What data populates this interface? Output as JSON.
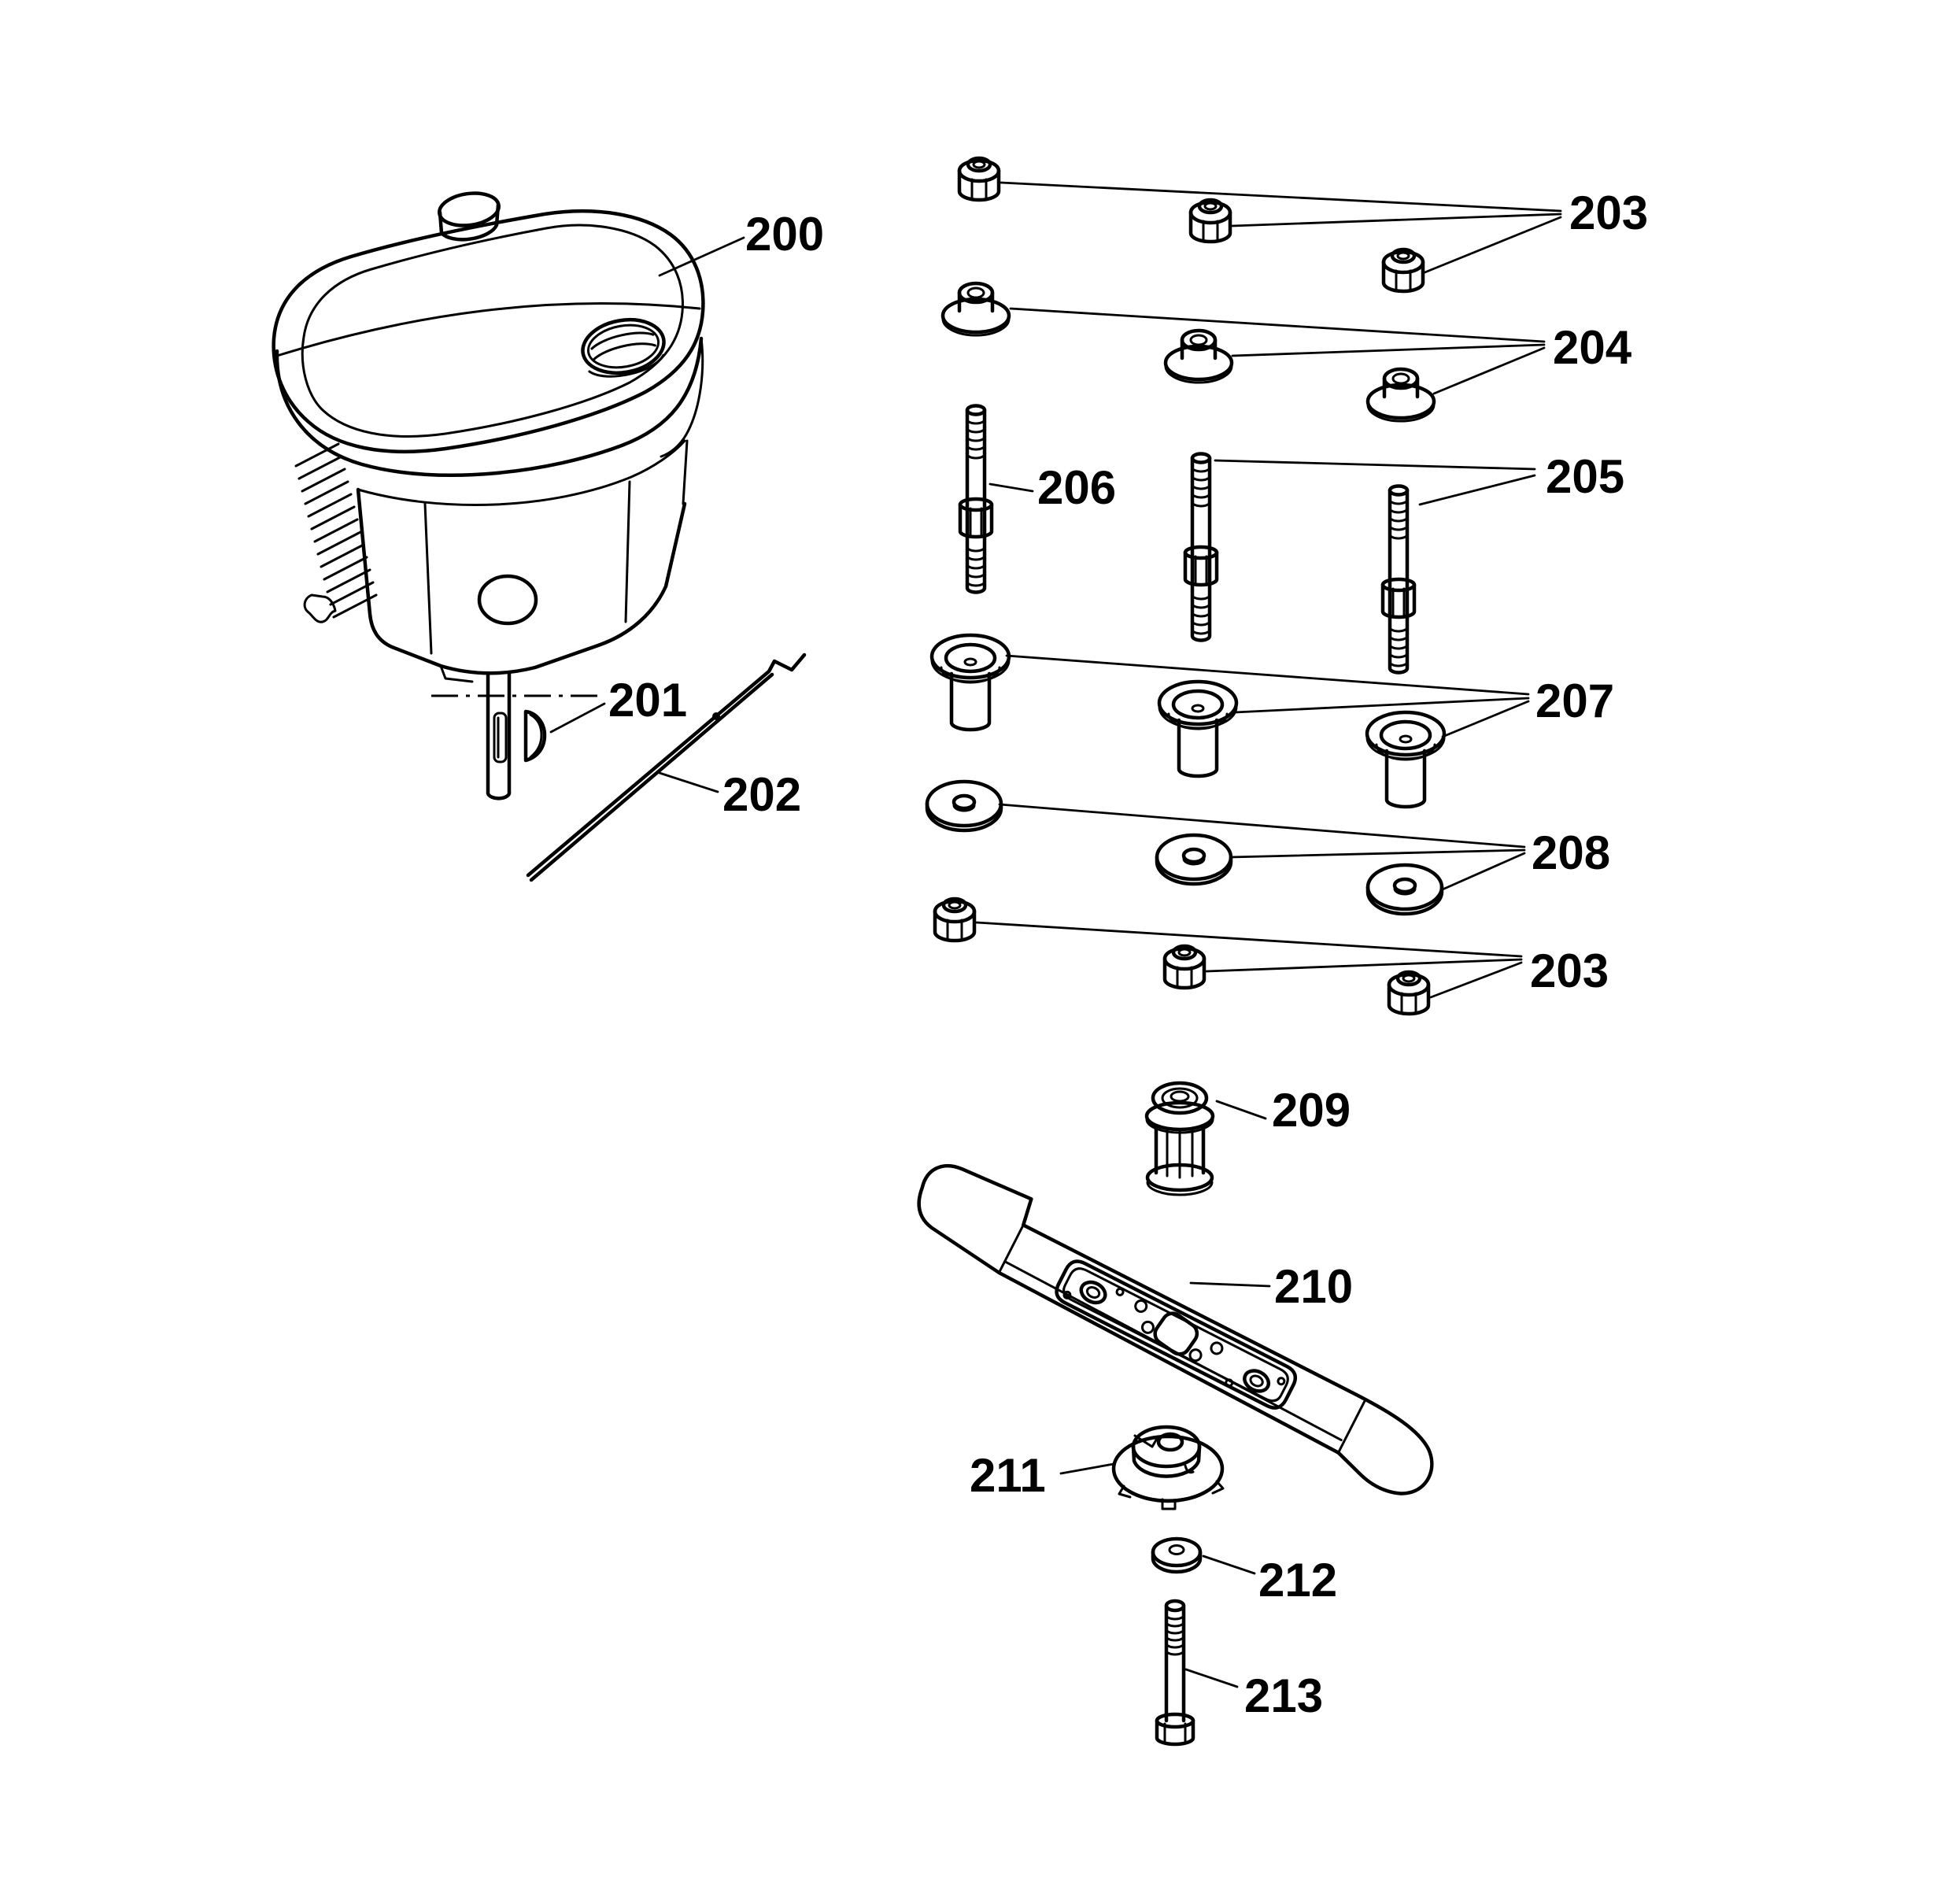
{
  "page": {
    "background": "#ffffff",
    "ink": "#000000"
  },
  "callouts": {
    "engine": "200",
    "woodruff_key": "201",
    "control_rod": "202",
    "locknut_top_row": "203",
    "flanged_spacer_row": "204",
    "stud_pair": "205",
    "stud_single": "206",
    "cup_spacer_row": "207",
    "flat_washer_row": "208",
    "locknut_bottom_row": "203",
    "blade_adapter": "209",
    "blade": "210",
    "blade_hub": "211",
    "blade_washer": "212",
    "blade_bolt": "213"
  }
}
